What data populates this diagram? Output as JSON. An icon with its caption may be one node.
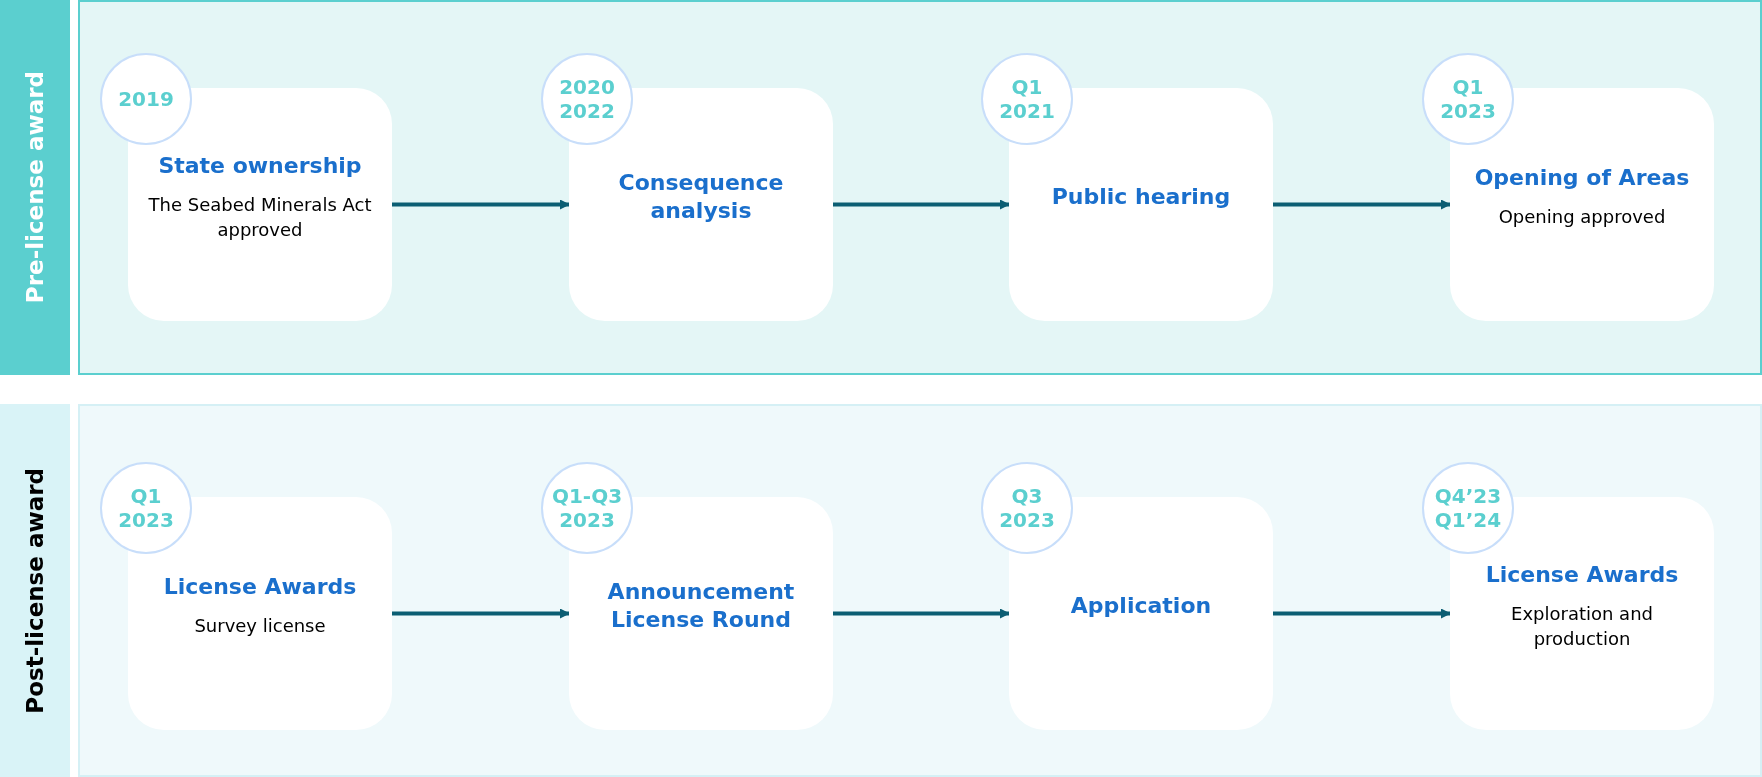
{
  "diagram": {
    "nodes": [
      {
        "text": [
          "Pre-license award"
        ]
      },
      {
        "text": [
          "2019"
        ]
      },
      {
        "text": [
          "State ownership",
          "The Seabed Minerals Act approved"
        ]
      },
      {
        "text": [
          "2020 2022"
        ]
      },
      {
        "text": [
          "Consequence analysis"
        ]
      },
      {
        "text": [
          "Q1 2021"
        ]
      },
      {
        "text": [
          "Public hearing"
        ]
      },
      {
        "text": [
          "Q1 2023"
        ]
      },
      {
        "text": [
          "Opening of Areas",
          "Opening approved"
        ]
      },
      {
        "text": [
          "Post-license award"
        ]
      },
      {
        "text": [
          "Q1 2023"
        ]
      },
      {
        "text": [
          "License Awards",
          "Survey license"
        ]
      },
      {
        "text": [
          "Q1-Q3 2023"
        ]
      },
      {
        "text": [
          "Announcement License Round"
        ]
      },
      {
        "text": [
          "Q3 2023"
        ]
      },
      {
        "text": [
          "Application"
        ]
      },
      {
        "text": [
          "Q4’23 Q1’24"
        ]
      },
      {
        "text": [
          "License Awards",
          "Exploration and production"
        ]
      }
    ],
    "edges": [
      {
        "from": 2,
        "to": 4,
        "arrow": "to"
      },
      {
        "from": 4,
        "to": 6,
        "arrow": "to"
      },
      {
        "from": 6,
        "to": 8,
        "arrow": "to"
      },
      {
        "from": 11,
        "to": 13,
        "arrow": "to"
      },
      {
        "from": 13,
        "to": 15,
        "arrow": "to"
      },
      {
        "from": 15,
        "to": 17,
        "arrow": "to"
      }
    ]
  }
}
